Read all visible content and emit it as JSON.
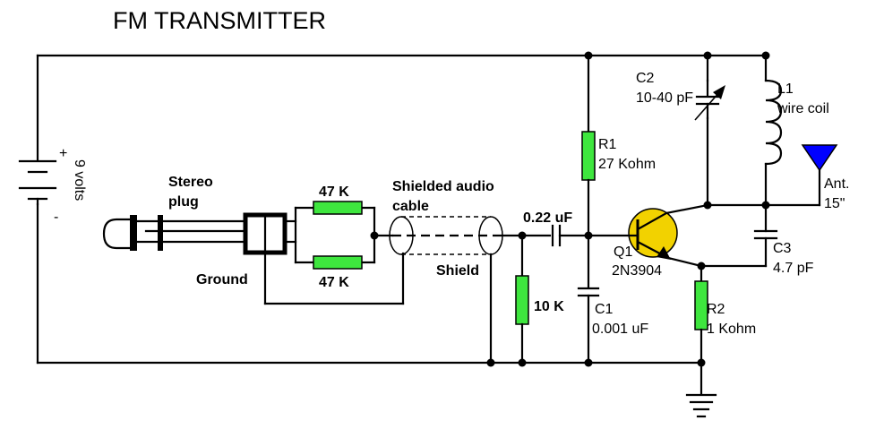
{
  "title": "FM TRANSMITTER",
  "battery": {
    "voltage": "9 volts",
    "plus": "+",
    "minus": "-"
  },
  "plug": {
    "line1": "Stereo",
    "line2": "plug",
    "ground": "Ground"
  },
  "resistors_input": {
    "top": "47 K",
    "bottom": "47 K"
  },
  "cable": {
    "line1": "Shielded audio",
    "line2": "cable",
    "shield": "Shield"
  },
  "coupling_cap": {
    "value": "0.22 uF"
  },
  "r_base": {
    "value": "10 K"
  },
  "r1": {
    "name": "R1",
    "value": "27 Kohm"
  },
  "c1": {
    "name": "C1",
    "value": "0.001 uF"
  },
  "q1": {
    "name": "Q1",
    "part": "2N3904"
  },
  "r2": {
    "name": "R2",
    "value": "1 Kohm"
  },
  "c2": {
    "name": "C2",
    "value": "10-40 pF"
  },
  "l1": {
    "name": "L1",
    "desc": "wire coil"
  },
  "c3": {
    "name": "C3",
    "value": "4.7 pF"
  },
  "antenna": {
    "name": "Ant.",
    "length": "15\"",
    "color": "#0000ff"
  },
  "colors": {
    "resistor": "#3ee63e",
    "wire": "#000000"
  }
}
